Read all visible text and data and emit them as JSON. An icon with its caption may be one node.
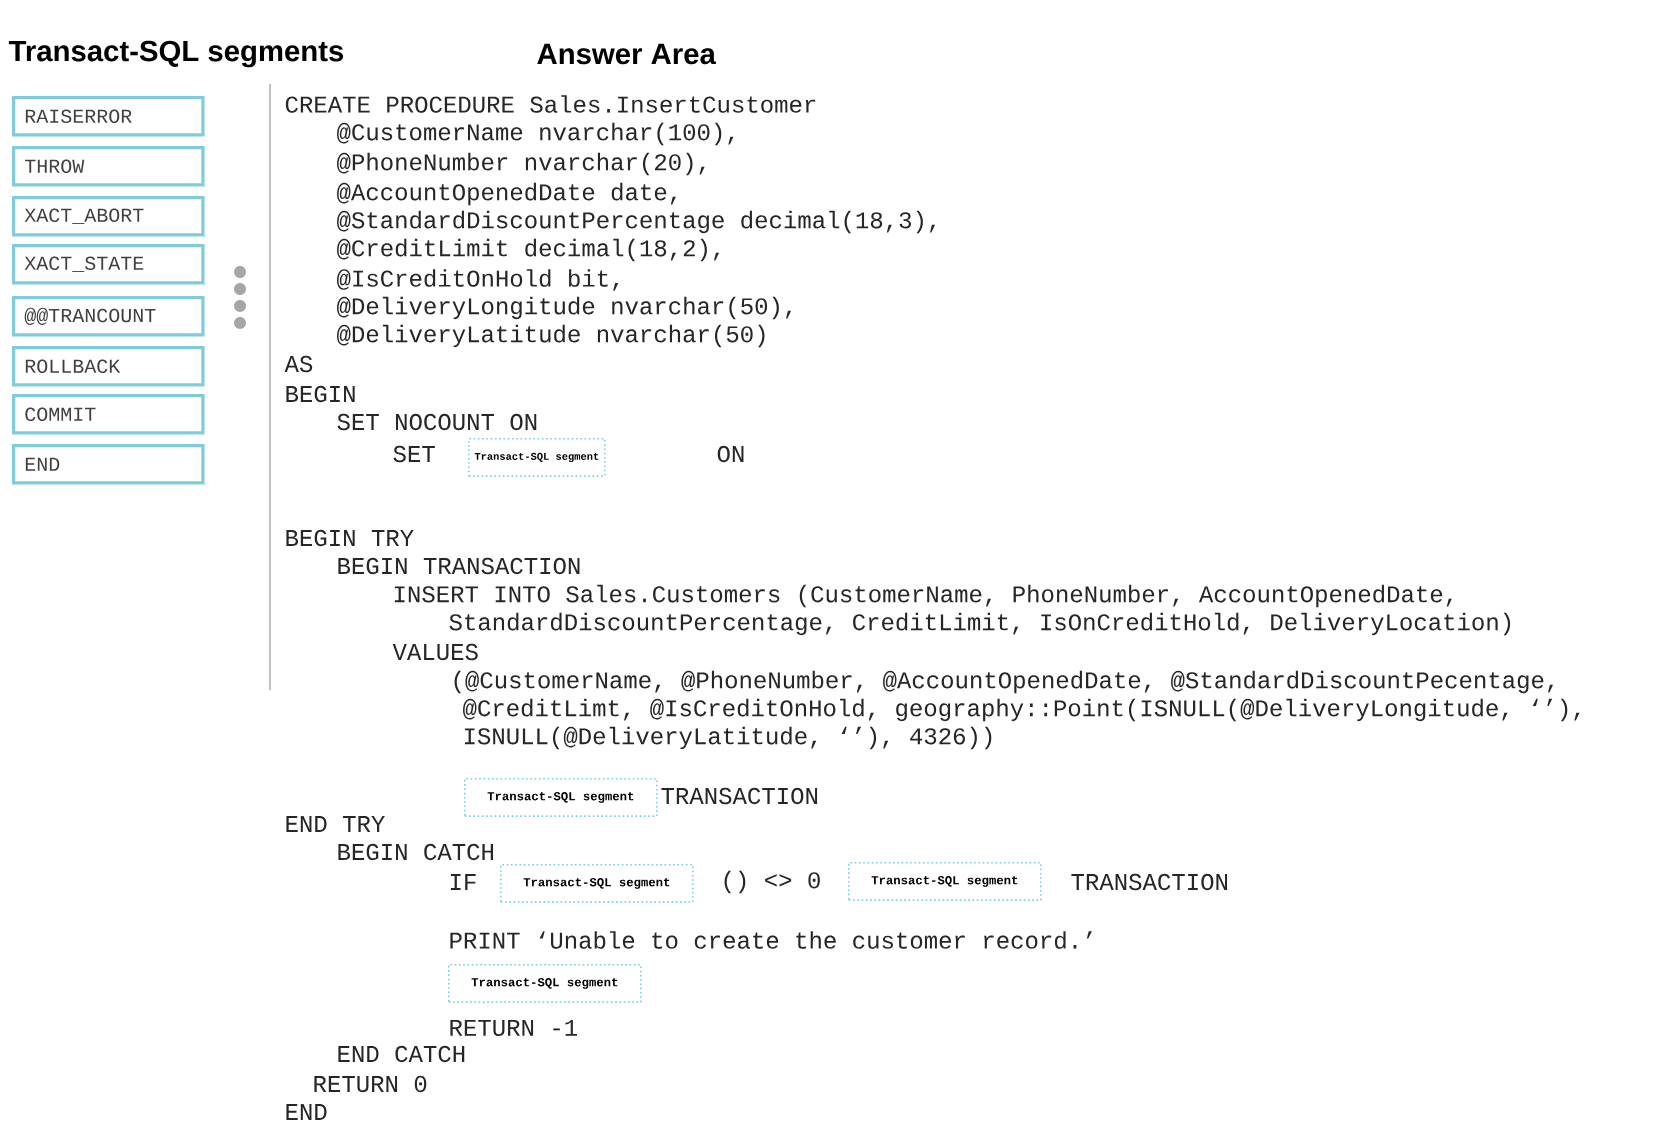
{
  "diagram": {
    "nodes": [
      {
        "text": [
          "RAISERROR"
        ]
      },
      {
        "text": [
          "THROW"
        ]
      },
      {
        "text": [
          "XACT_ABORT"
        ]
      },
      {
        "text": [
          "XACT_STATE"
        ]
      },
      {
        "text": [
          "@@TRANCOUNT"
        ]
      },
      {
        "text": [
          "ROLLBACK"
        ]
      },
      {
        "text": [
          "COMMIT"
        ]
      },
      {
        "text": [
          "END"
        ]
      },
      {
        "text": [
          "Transact-SQL segment"
        ]
      },
      {
        "text": [
          "Transact-SQL segment"
        ]
      },
      {
        "text": [
          "Transact-SQL segment"
        ]
      },
      {
        "text": [
          "Transact-SQL segment"
        ]
      },
      {
        "text": [
          "Transact-SQL segment"
        ]
      }
    ],
    "labels": [
      "Transact-SQL segments",
      "Answer Area",
      "CREATE PROCEDURE Sales.InsertCustomer",
      "@CustomerName nvarchar(100),",
      "@PhoneNumber nvarchar(20),",
      "@AccountOpenedDate date,",
      "@StandardDiscountPercentage decimal(18,3),",
      "@CreditLimit decimal(18,2),",
      "@IsCreditOnHold bit,",
      "@DeliveryLongitude nvarchar(50),",
      "@DeliveryLatitude nvarchar(50)",
      "AS",
      "BEGIN",
      "SET NOCOUNT ON",
      "SET",
      "ON",
      "BEGIN TRY",
      "BEGIN TRANSACTION",
      "INSERT INTO Sales.Customers (CustomerName, PhoneNumber, AccountOpenedDate,",
      "StandardDiscountPercentage, CreditLimit, IsOnCreditHold, DeliveryLocation)",
      "VALUES",
      "(@CustomerName, @PhoneNumber, @AccountOpenedDate, @StandardDiscountPecentage,",
      "@CreditLimt, @IsCreditOnHold, geography::Point(ISNULL(@DeliveryLongitude, ‘’),",
      "ISNULL(@DeliveryLatitude, ‘’), 4326))",
      "TRANSACTION",
      "END TRY",
      "BEGIN CATCH",
      "IF",
      "() <> 0",
      "TRANSACTION",
      "PRINT ‘Unable to create the customer record.’",
      "RETURN -1",
      "END CATCH",
      "RETURN 0",
      "END"
    ]
  }
}
